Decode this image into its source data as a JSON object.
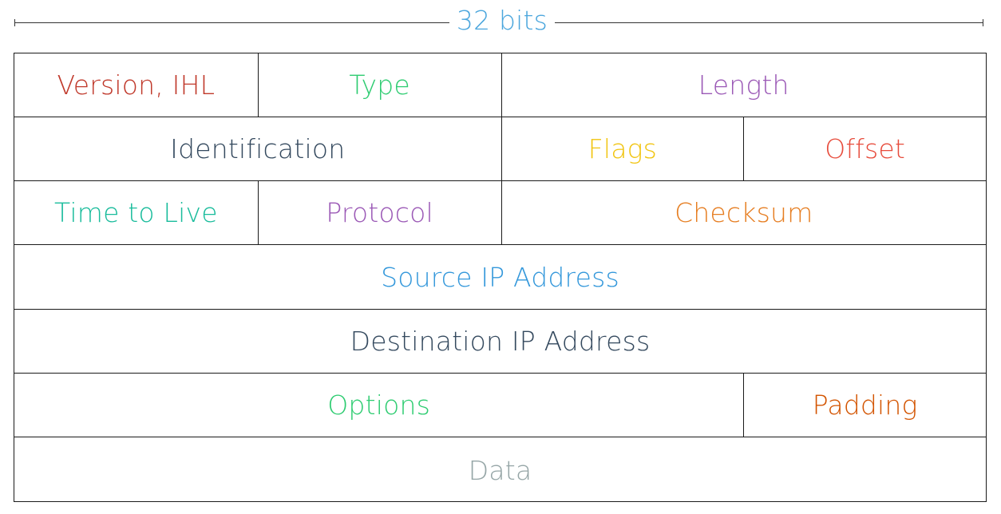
{
  "header": {
    "title": "32 bits",
    "color": "#4ba6dd"
  },
  "rows": [
    [
      {
        "label": "Version, IHL",
        "color": "#c0392b"
      },
      {
        "label": "Type",
        "color": "#2ecc71"
      },
      {
        "label": "Length",
        "color": "#9b59b6"
      }
    ],
    [
      {
        "label": "Identification",
        "color": "#34495e"
      },
      {
        "label": "Flags",
        "color": "#f1c40f"
      },
      {
        "label": "Offset",
        "color": "#e74c3c"
      }
    ],
    [
      {
        "label": "Time to Live",
        "color": "#1abc9c"
      },
      {
        "label": "Protocol",
        "color": "#9b59b6"
      },
      {
        "label": "Checksum",
        "color": "#e67e22"
      }
    ],
    [
      {
        "label": "Source IP Address",
        "color": "#3498db"
      }
    ],
    [
      {
        "label": "Destination IP Address",
        "color": "#34495e"
      }
    ],
    [
      {
        "label": "Options",
        "color": "#2ecc71"
      },
      {
        "label": "Padding",
        "color": "#d35400"
      }
    ],
    [
      {
        "label": "Data",
        "color": "#95a5a6"
      }
    ]
  ]
}
